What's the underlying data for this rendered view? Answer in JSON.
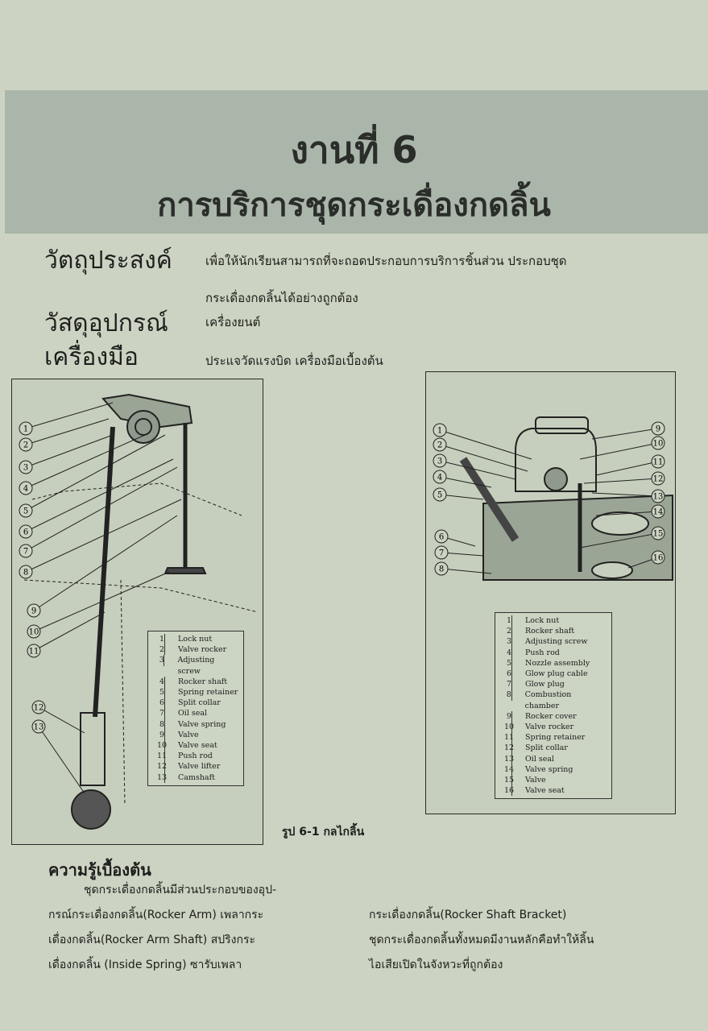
{
  "header": {
    "title": "งานที่ 6",
    "subtitle": "การบริการชุดกระเดื่องกดลิ้น"
  },
  "sections": {
    "objective_label": "วัตถุประสงค์",
    "objective_line1": "เพื่อให้นักเรียนสามารถที่จะถอดประกอบการบริการชิ้นส่วน ประกอบชุด",
    "objective_line2": "กระเดื่องกดลิ้นได้อย่างถูกต้อง",
    "materials_label": "วัสดุอุปกรณ์",
    "materials": "เครื่องยนต์",
    "tools_label": "เครื่องมือ",
    "tools": "ประแจวัดแรงบิด เครื่องมือเบื้องต้น"
  },
  "figure_left": {
    "callouts": [
      "1",
      "2",
      "3",
      "4",
      "5",
      "6",
      "7",
      "8",
      "9",
      "10",
      "11",
      "12",
      "13"
    ],
    "legend": [
      {
        "n": "1",
        "label": "Lock nut"
      },
      {
        "n": "2",
        "label": "Valve rocker"
      },
      {
        "n": "3",
        "label": "Adjusting screw"
      },
      {
        "n": "4",
        "label": "Rocker shaft"
      },
      {
        "n": "5",
        "label": "Spring retainer"
      },
      {
        "n": "6",
        "label": "Split collar"
      },
      {
        "n": "7",
        "label": "Oil seal"
      },
      {
        "n": "8",
        "label": "Valve spring"
      },
      {
        "n": "9",
        "label": "Valve"
      },
      {
        "n": "10",
        "label": "Valve seat"
      },
      {
        "n": "11",
        "label": "Push rod"
      },
      {
        "n": "12",
        "label": "Valve lifter"
      },
      {
        "n": "13",
        "label": "Camshaft"
      }
    ]
  },
  "figure_right": {
    "callouts": [
      "1",
      "2",
      "3",
      "4",
      "5",
      "6",
      "7",
      "8",
      "9",
      "10",
      "11",
      "12",
      "13",
      "14",
      "15",
      "16"
    ],
    "legend": [
      {
        "n": "1",
        "label": "Lock nut"
      },
      {
        "n": "2",
        "label": "Rocker shaft"
      },
      {
        "n": "3",
        "label": "Adjusting screw"
      },
      {
        "n": "4",
        "label": "Push rod"
      },
      {
        "n": "5",
        "label": "Nozzle assembly"
      },
      {
        "n": "6",
        "label": "Glow plug cable"
      },
      {
        "n": "7",
        "label": "Glow plug"
      },
      {
        "n": "8",
        "label": "Combustion chamber"
      },
      {
        "n": "9",
        "label": "Rocker cover"
      },
      {
        "n": "10",
        "label": "Valve rocker"
      },
      {
        "n": "11",
        "label": "Spring retainer"
      },
      {
        "n": "12",
        "label": "Split collar"
      },
      {
        "n": "13",
        "label": "Oil seal"
      },
      {
        "n": "14",
        "label": "Valve spring"
      },
      {
        "n": "15",
        "label": "Valve"
      },
      {
        "n": "16",
        "label": "Valve seat"
      }
    ]
  },
  "caption": "รูป 6-1   กลไกลิ้น",
  "basics": {
    "heading": "ความรู้เบื้องต้น",
    "left": [
      "ชุดกระเดื่องกดลิ้นมีส่วนประกอบของอุป-",
      "กรณ์กระเดื่องกดลิ้น(Rocker Arm) เพลากระ",
      "เดื่องกดลิ้น(Rocker Arm Shaft) สปริงกระ",
      "เดื่องกดลิ้น (Inside Spring) ซารับเพลา"
    ],
    "right": [
      "กระเดื่องกดลิ้น(Rocker Shaft Bracket)",
      "ชุดกระเดื่องกดลิ้นทั้งหมดมีงานหลักคือทำให้ลิ้น",
      "ไอเสียเปิดในจังหวะที่ถูกต้อง"
    ]
  }
}
